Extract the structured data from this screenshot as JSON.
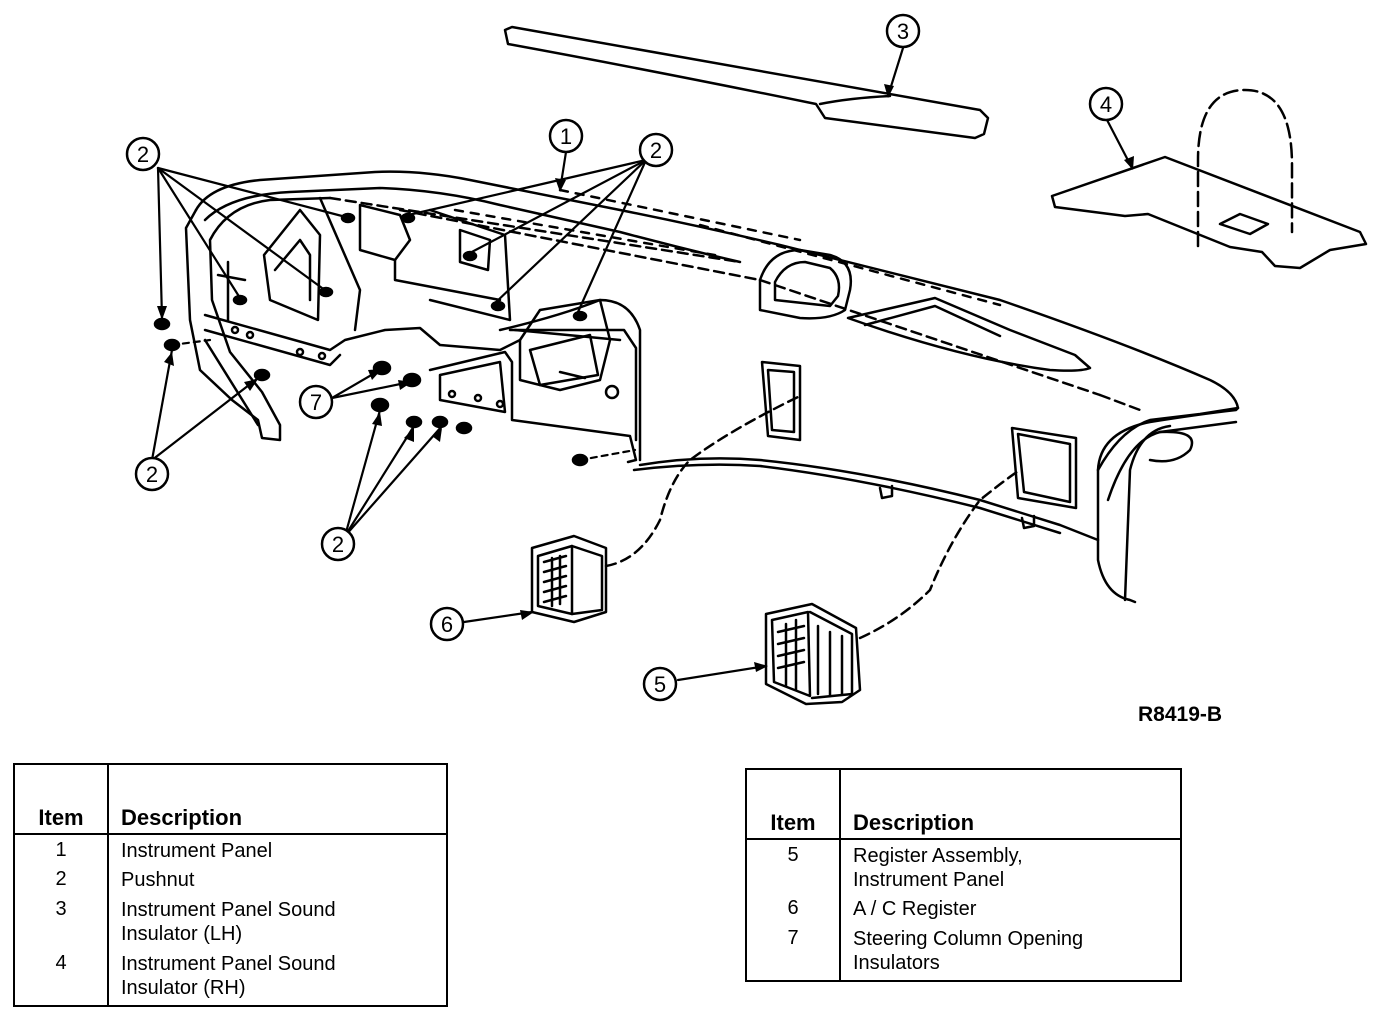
{
  "figure": {
    "code": "R8419-B",
    "callouts": [
      "1",
      "2",
      "2",
      "2",
      "2",
      "3",
      "4",
      "5",
      "6",
      "7"
    ]
  },
  "legend_left": {
    "header_item": "Item",
    "header_desc": "Description",
    "rows": [
      {
        "item": "1",
        "desc": "Instrument Panel"
      },
      {
        "item": "2",
        "desc": "Pushnut"
      },
      {
        "item": "3",
        "desc": "Instrument Panel Sound Insulator (LH)"
      },
      {
        "item": "4",
        "desc": "Instrument Panel Sound Insulator (RH)"
      }
    ]
  },
  "legend_right": {
    "header_item": "Item",
    "header_desc": "Description",
    "rows": [
      {
        "item": "5",
        "desc": "Register Assembly, Instrument Panel"
      },
      {
        "item": "6",
        "desc": "A / C Register"
      },
      {
        "item": "7",
        "desc": "Steering Column Opening Insulators"
      }
    ]
  }
}
